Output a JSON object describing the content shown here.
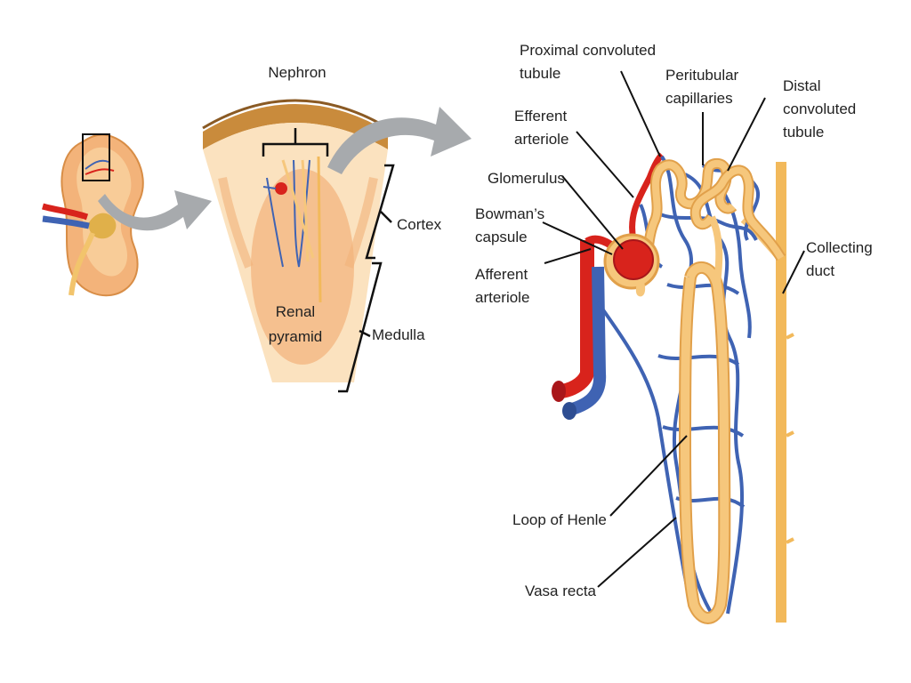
{
  "colors": {
    "artery": "#d8231c",
    "vein": "#3f63b3",
    "tubule": "#f6c77c",
    "tubule_outline": "#e1a04a",
    "duct": "#f2b95b",
    "cortex_band": "#c98b3c",
    "tissue_light": "#fbe2bf",
    "tissue_mid": "#f2b27a",
    "arrow": "#a7aaad"
  },
  "labels": {
    "nephron": "Nephron",
    "cortex": "Cortex",
    "renal_pyramid_1": "Renal",
    "renal_pyramid_2": "pyramid",
    "medulla": "Medulla",
    "proximal_1": "Proximal convoluted",
    "proximal_2": "tubule",
    "efferent_1": "Efferent",
    "efferent_2": "arteriole",
    "peritubular_1": "Peritubular",
    "peritubular_2": "capillaries",
    "distal_1": "Distal",
    "distal_2": "convoluted",
    "distal_3": "tubule",
    "glomerulus": "Glomerulus",
    "bowmans_1": "Bowman’s",
    "bowmans_2": "capsule",
    "afferent_1": "Afferent",
    "afferent_2": "arteriole",
    "collecting_1": "Collecting",
    "collecting_2": "duct",
    "loop_of_henle": "Loop of Henle",
    "vasa_recta": "Vasa recta"
  }
}
